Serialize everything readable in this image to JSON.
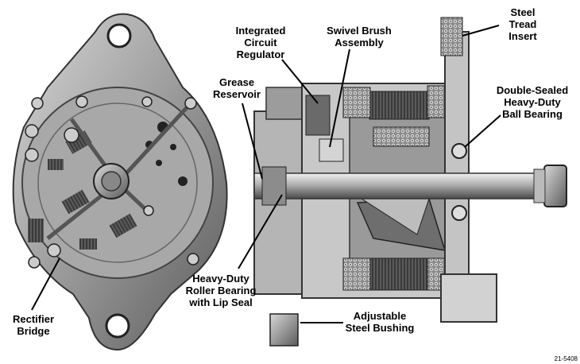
{
  "labels": {
    "integrated_circuit_regulator": "Integrated\nCircuit\nRegulator",
    "swivel_brush_assembly": "Swivel Brush\nAssembly",
    "steel_tread_insert": "Steel\nTread\nInsert",
    "grease_reservoir": "Grease\nReservoir",
    "double_sealed_ball_bearing": "Double-Sealed\nHeavy-Duty\nBall Bearing",
    "roller_bearing_lip_seal": "Heavy-Duty\nRoller Bearing\nwith Lip Seal",
    "rectifier_bridge": "Rectifier\nBridge",
    "adjustable_steel_bushing": "Adjustable\nSteel Bushing"
  },
  "figure_number": "21-5408"
}
